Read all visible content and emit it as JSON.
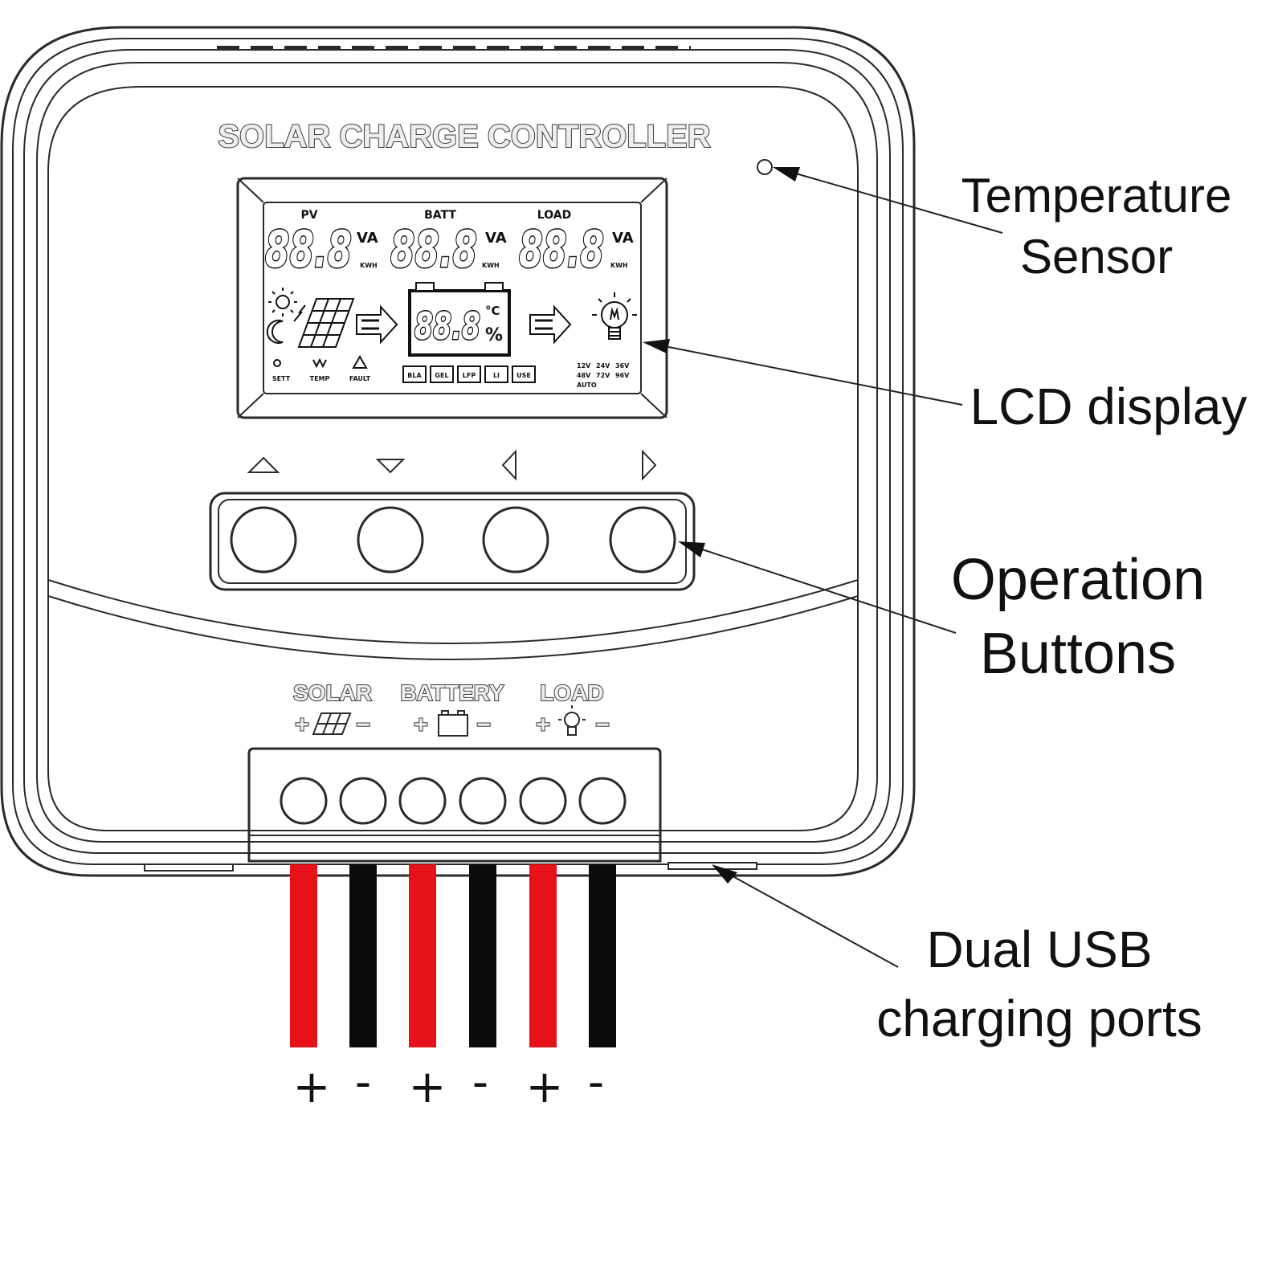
{
  "device": {
    "title": "SOLAR CHARGE CONTROLLER"
  },
  "lcd": {
    "sections": [
      {
        "label": "PV",
        "digits": "88.8",
        "unit_top": "VA",
        "unit_bottom": "KWH"
      },
      {
        "label": "BATT",
        "digits": "88.8",
        "unit_top": "VA",
        "unit_bottom": "KWH"
      },
      {
        "label": "LOAD",
        "digits": "88.8",
        "unit_top": "VA",
        "unit_bottom": "KWH"
      }
    ],
    "battery_digits": "88.8",
    "battery_units": [
      "°C",
      "%"
    ],
    "status_indicators": [
      "SETT",
      "TEMP",
      "FAULT"
    ],
    "battery_types": [
      "BLA",
      "GEL",
      "LFP",
      "LI",
      "USE"
    ],
    "voltage_options": [
      "12V",
      "24V",
      "36V",
      "48V",
      "72V",
      "96V",
      "AUTO"
    ]
  },
  "buttons": {
    "arrows": [
      "up",
      "down",
      "left",
      "right"
    ]
  },
  "terminals": {
    "labels": [
      "SOLAR",
      "BATTERY",
      "LOAD"
    ],
    "polarity_marks": [
      "+",
      "−",
      "+",
      "−",
      "+",
      "−"
    ]
  },
  "wires": {
    "colors": [
      "#e5121a",
      "#0c0c0c",
      "#e5121a",
      "#0c0c0c",
      "#e5121a",
      "#0c0c0c"
    ],
    "polarity": [
      "+",
      "-",
      "+",
      "-",
      "+",
      "-"
    ]
  },
  "callouts": {
    "temperature_sensor": [
      "Temperature",
      "Sensor"
    ],
    "lcd_display": [
      "LCD display"
    ],
    "operation_buttons": [
      "Operation",
      "Buttons"
    ],
    "usb_ports": [
      "Dual USB",
      "charging ports"
    ]
  }
}
